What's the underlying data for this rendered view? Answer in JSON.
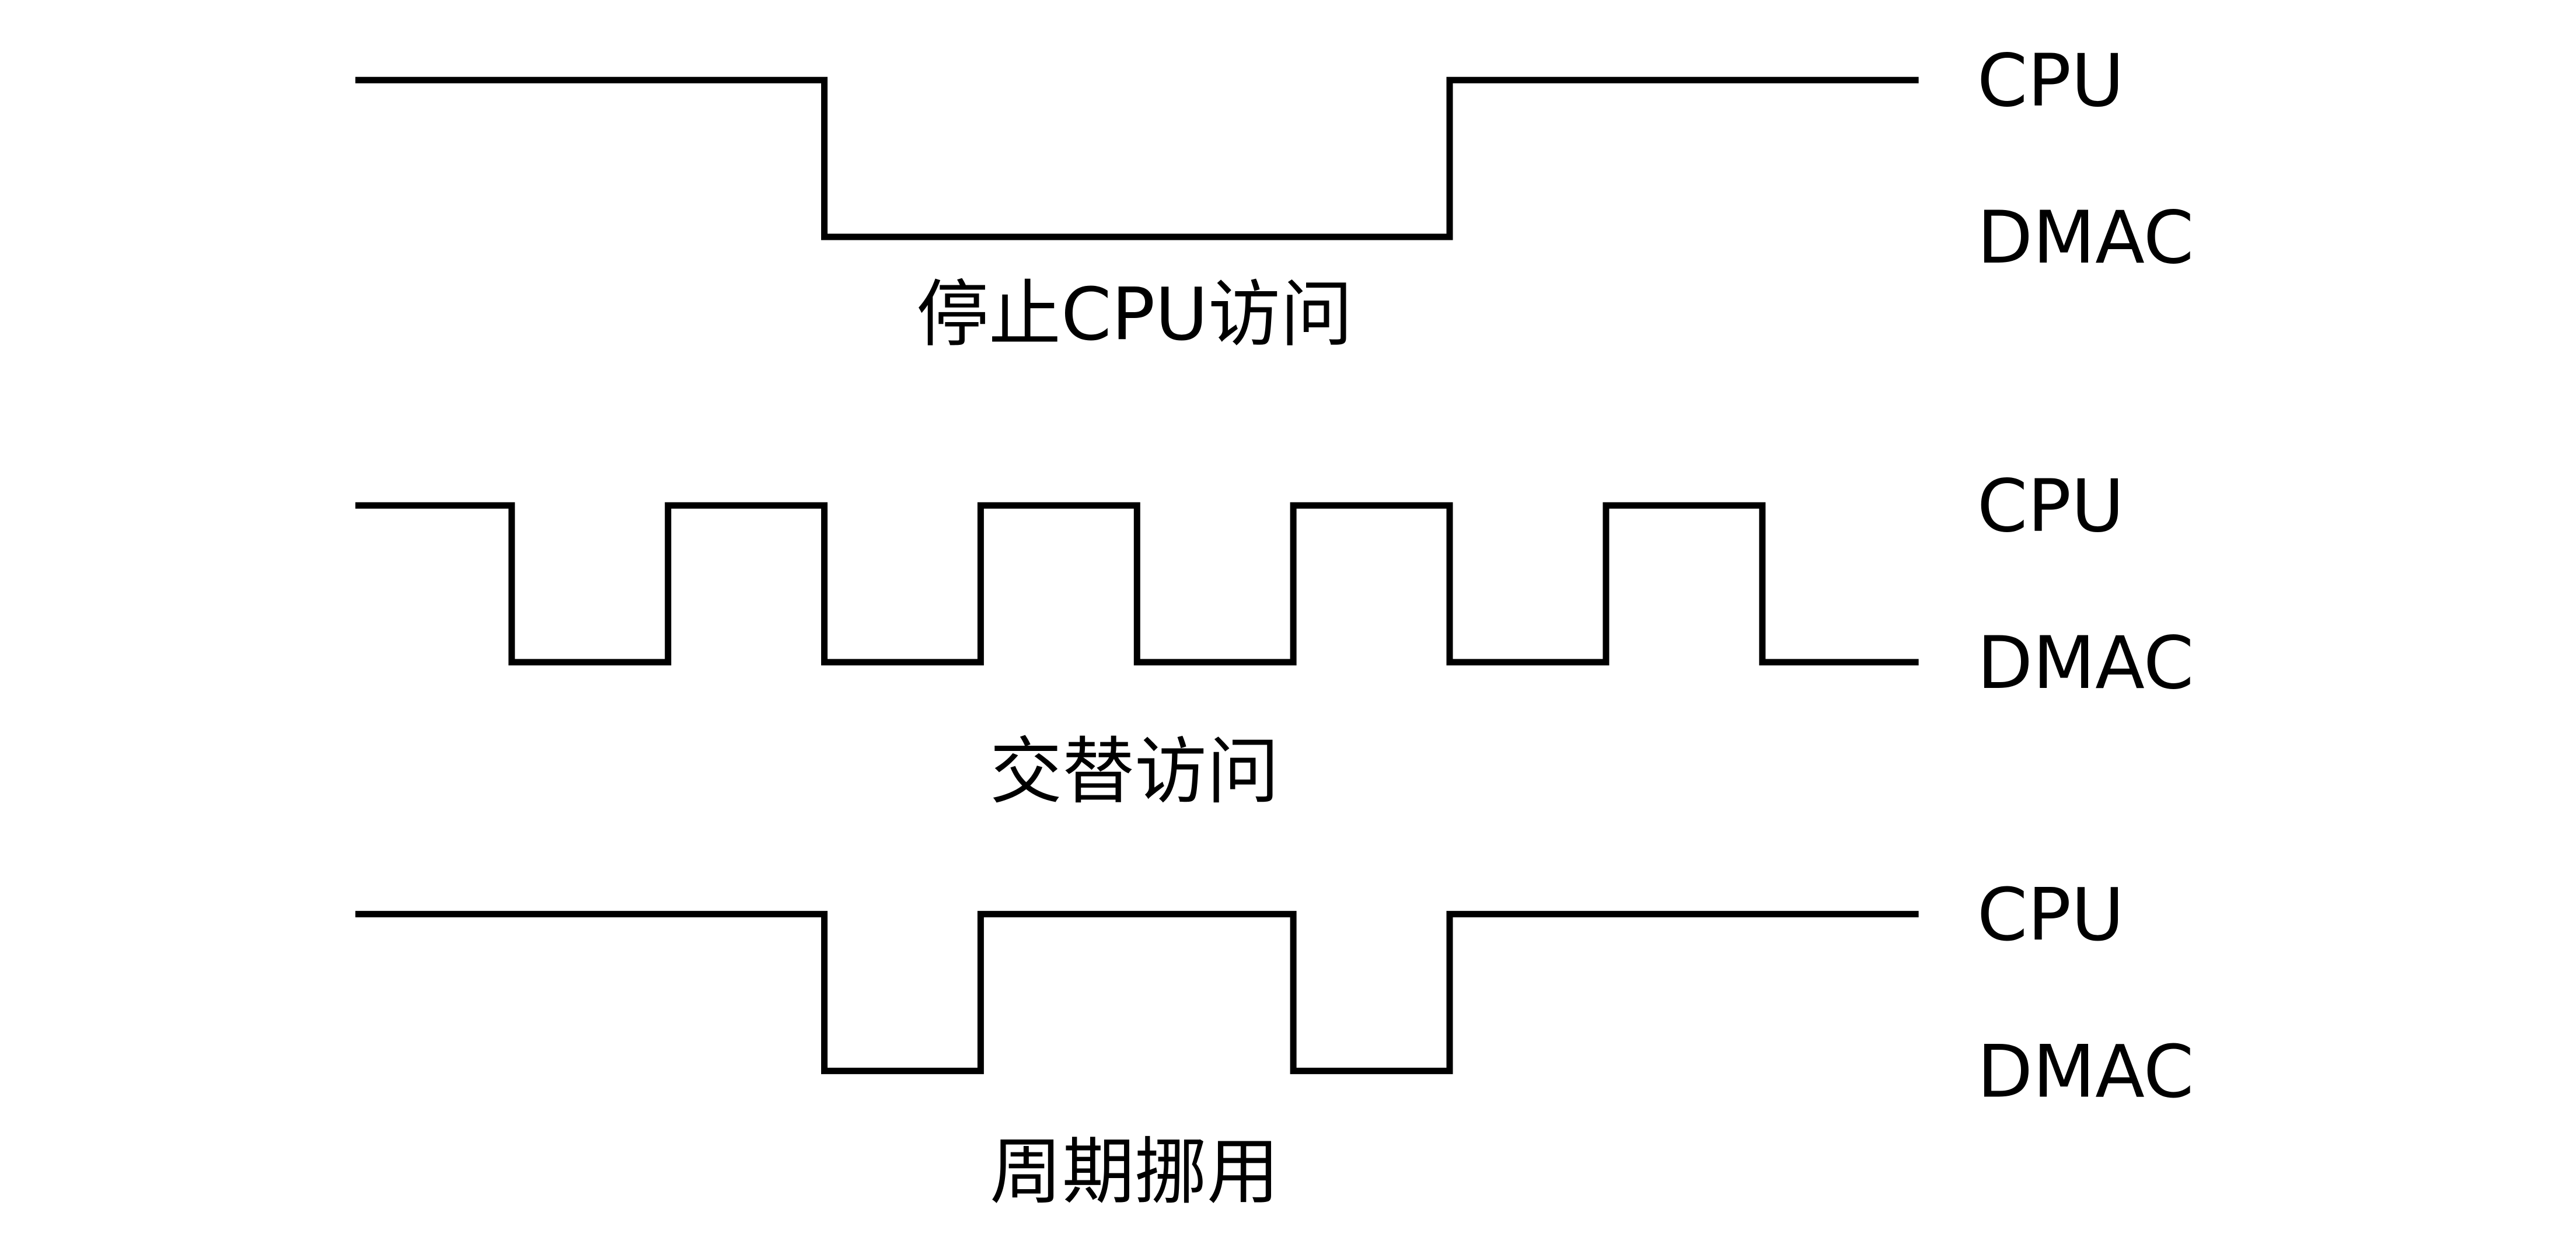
{
  "line_color": "#000000",
  "background_color": "#ffffff",
  "lanes": [
    {
      "caption": "停止CPU访问",
      "high_label": "CPU",
      "low_label": "DMAC",
      "levels": [
        "high",
        "high",
        "high",
        "low",
        "low",
        "low",
        "low",
        "high",
        "high",
        "high"
      ]
    },
    {
      "caption": "交替访问",
      "high_label": "CPU",
      "low_label": "DMAC",
      "levels": [
        "high",
        "low",
        "high",
        "low",
        "high",
        "low",
        "high",
        "low",
        "high",
        "low"
      ]
    },
    {
      "caption": "周期挪用",
      "high_label": "CPU",
      "low_label": "DMAC",
      "levels": [
        "high",
        "high",
        "high",
        "low",
        "high",
        "high",
        "low",
        "high",
        "high",
        "high"
      ]
    }
  ]
}
